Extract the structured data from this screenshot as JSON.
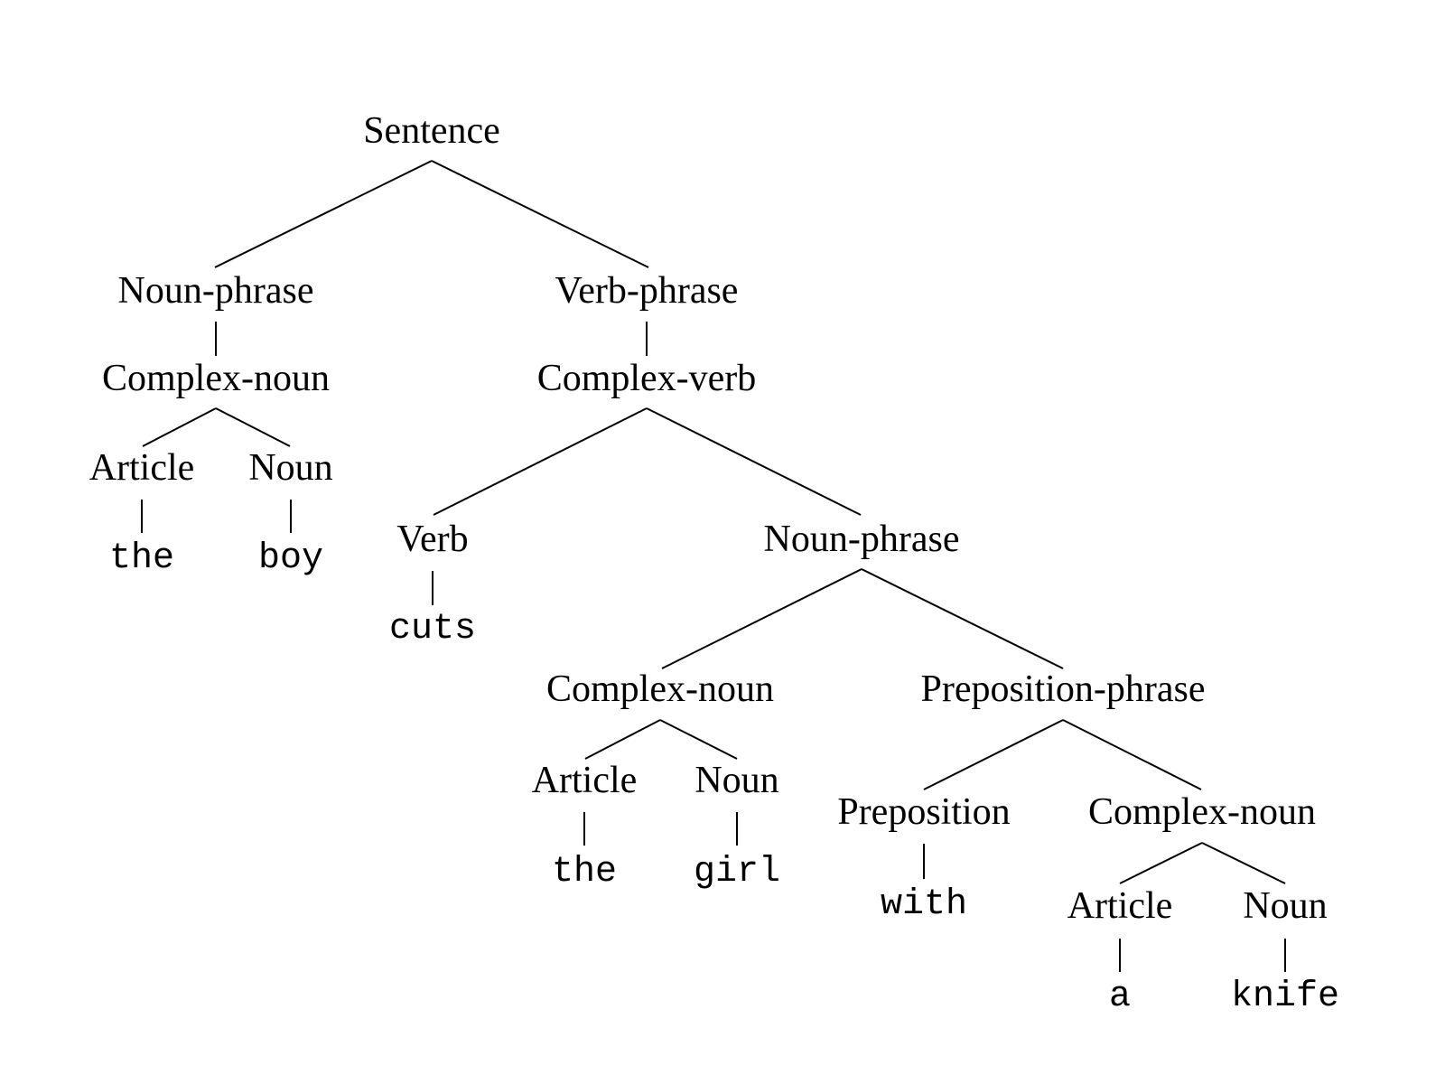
{
  "tree": {
    "sentence": "Sentence",
    "np1": "Noun-phrase",
    "vp": "Verb-phrase",
    "cn1": "Complex-noun",
    "cv": "Complex-verb",
    "art1": "Article",
    "noun1": "Noun",
    "w_the1": "the",
    "w_boy": "boy",
    "verb": "Verb",
    "w_cuts": "cuts",
    "np2": "Noun-phrase",
    "cn2": "Complex-noun",
    "pp": "Preposition-phrase",
    "art2": "Article",
    "noun2": "Noun",
    "w_the2": "the",
    "w_girl": "girl",
    "prep": "Preposition",
    "cn3": "Complex-noun",
    "w_with": "with",
    "art3": "Article",
    "noun3": "Noun",
    "w_a": "a",
    "w_knife": "knife"
  }
}
